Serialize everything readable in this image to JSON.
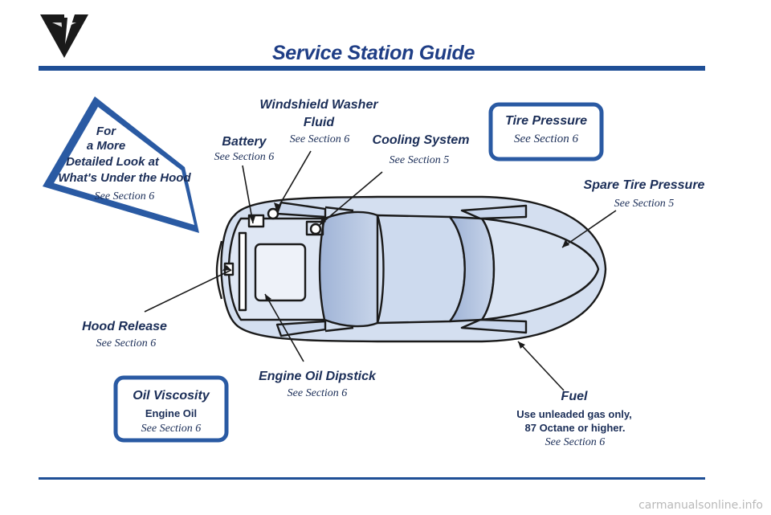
{
  "header": {
    "title": "Service Station Guide"
  },
  "arrow": {
    "line1": "For",
    "line2": "a More",
    "line3": "Detailed Look at",
    "line4": "What's Under the Hood",
    "section": "See Section 6"
  },
  "callouts": {
    "windshield_washer": {
      "line1": "Windshield Washer",
      "line2": "Fluid",
      "section": "See Section 6"
    },
    "battery": {
      "label": "Battery",
      "section": "See Section 6"
    },
    "cooling_system": {
      "label": "Cooling System",
      "section": "See Section 5"
    },
    "spare_tire": {
      "label": "Spare Tire Pressure",
      "section": "See Section 5"
    },
    "hood_release": {
      "label": "Hood Release",
      "section": "See Section 6"
    },
    "engine_oil_dipstick": {
      "label": "Engine Oil Dipstick",
      "section": "See Section 6"
    },
    "fuel": {
      "label": "Fuel",
      "line1": "Use unleaded gas only,",
      "line2": "87 Octane or higher.",
      "section": "See Section 6"
    }
  },
  "boxes": {
    "tire_pressure": {
      "label": "Tire Pressure",
      "section": "See Section 6"
    },
    "oil_viscosity": {
      "label": "Oil Viscosity",
      "sub": "Engine Oil",
      "section": "See Section 6"
    }
  },
  "watermark": "carmanualsonline.info",
  "colors": {
    "accent": "#1f4f96",
    "car_fill": "#d4dff0",
    "ink": "#1a2d57"
  }
}
